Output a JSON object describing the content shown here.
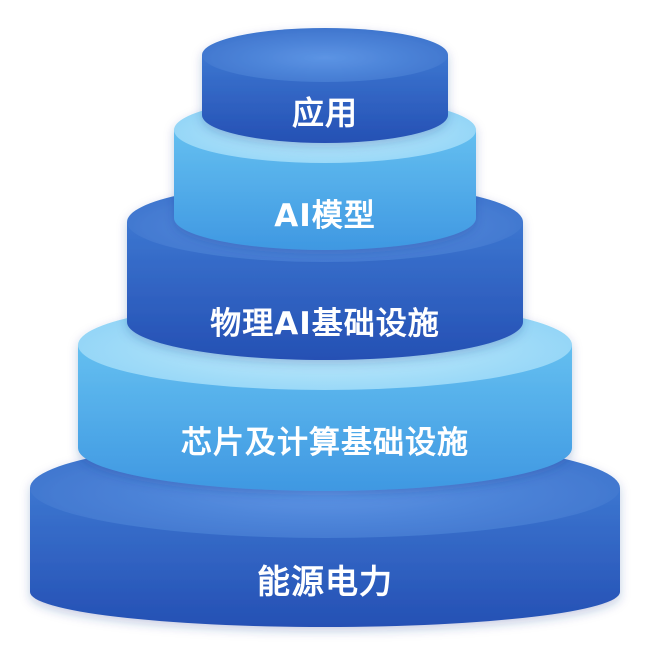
{
  "tiers": [
    {
      "label": "应用",
      "tone": "dark"
    },
    {
      "label": "AI模型",
      "tone": "light"
    },
    {
      "label": "物理AI基础设施",
      "tone": "dark"
    },
    {
      "label": "芯片及计算基础设施",
      "tone": "light"
    },
    {
      "label": "能源电力",
      "tone": "dark"
    }
  ],
  "colors": {
    "dark_side_top": "#3c76d0",
    "dark_side_bottom": "#2550b4",
    "dark_top_center": "#5c94e4",
    "dark_top_edge": "#3d73cc",
    "light_side_top": "#64bff0",
    "light_side_bottom": "#3f98e2",
    "light_top_center": "#c2ecfc",
    "light_top_edge": "#8dd2f6",
    "text": "#ffffff"
  }
}
